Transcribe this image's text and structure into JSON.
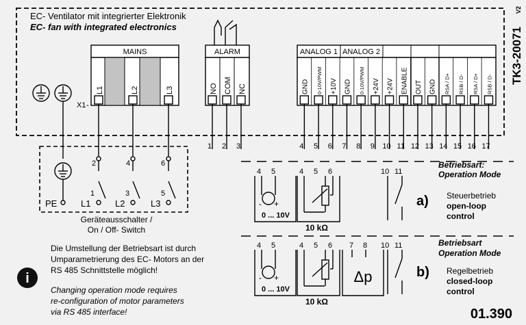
{
  "header": {
    "title_de": "EC- Ventilator mit integrierter Elektronik",
    "title_en": "EC- fan with integrated electronics",
    "part_number": "TK3-20071",
    "part_version": "V2"
  },
  "connector_label": "X1",
  "groups": {
    "mains": "MAINS",
    "alarm": "ALARM",
    "analog1": "ANALOG 1",
    "analog2": "ANALOG 2"
  },
  "terminals": {
    "mains": [
      "L1",
      "L2",
      "L3"
    ],
    "alarm": [
      {
        "label": "NO",
        "num": "1"
      },
      {
        "label": "COM",
        "num": "2"
      },
      {
        "label": "NC",
        "num": "3"
      }
    ],
    "signal": [
      {
        "label": "GND",
        "num": "4"
      },
      {
        "label": "0-10V/PWM",
        "num": "5"
      },
      {
        "label": "+10V",
        "num": "6"
      },
      {
        "label": "GND",
        "num": "7"
      },
      {
        "label": "0-10V/PWM",
        "num": "8"
      },
      {
        "label": "+24V",
        "num": "9"
      },
      {
        "label": "+24V",
        "num": "10"
      },
      {
        "label": "ENABLE",
        "num": "11"
      },
      {
        "label": "OUT",
        "num": "12"
      },
      {
        "label": "GND",
        "num": "13"
      },
      {
        "label": "RSA / D+",
        "num": "14"
      },
      {
        "label": "RSB / D-",
        "num": "15"
      },
      {
        "label": "RSA / D+",
        "num": "16"
      },
      {
        "label": "RSB / D-",
        "num": "17"
      }
    ]
  },
  "switch": {
    "top_numbers": [
      "2",
      "4",
      "6"
    ],
    "bottom_numbers": [
      "1",
      "3",
      "5"
    ],
    "bottom_labels": [
      "PE",
      "L1",
      "L2",
      "L3"
    ],
    "caption_de": "Geräteausschalter /",
    "caption_en": "On / Off- Switch"
  },
  "modes": {
    "a": {
      "header_de": "Betriebsart:",
      "header_en": "Operation Mode",
      "letter": "a)",
      "desc_de": "Steuerbetrieb",
      "desc_en_1": "open-loop",
      "desc_en_2": "control"
    },
    "b": {
      "header_de": "Betriebsart",
      "header_en": "Operation Mode",
      "letter": "b)",
      "desc_de": "Regelbetrieb",
      "desc_en_1": "closed-loop",
      "desc_en_2": "control"
    }
  },
  "boxes": {
    "voltage_range": "0 ... 10V",
    "pot_value": "10 kΩ",
    "dp_label": "Δp",
    "plus": "+",
    "minus": "-",
    "num_4": "4",
    "num_5": "5",
    "num_6": "6",
    "num_7": "7",
    "num_8": "8",
    "num_10": "10",
    "num_11": "11"
  },
  "info": {
    "de_1": "Die Umstellung der Betriebsart ist durch",
    "de_2": "Umparametrierung des EC- Motors an der",
    "de_3": "RS 485 Schnittstelle möglich!",
    "en_1": "Changing operation mode requires",
    "en_2": "re-configuration of motor parameters",
    "en_3": "via RS 485 interface!",
    "icon_letter": "i"
  },
  "doc_number": "01.390"
}
